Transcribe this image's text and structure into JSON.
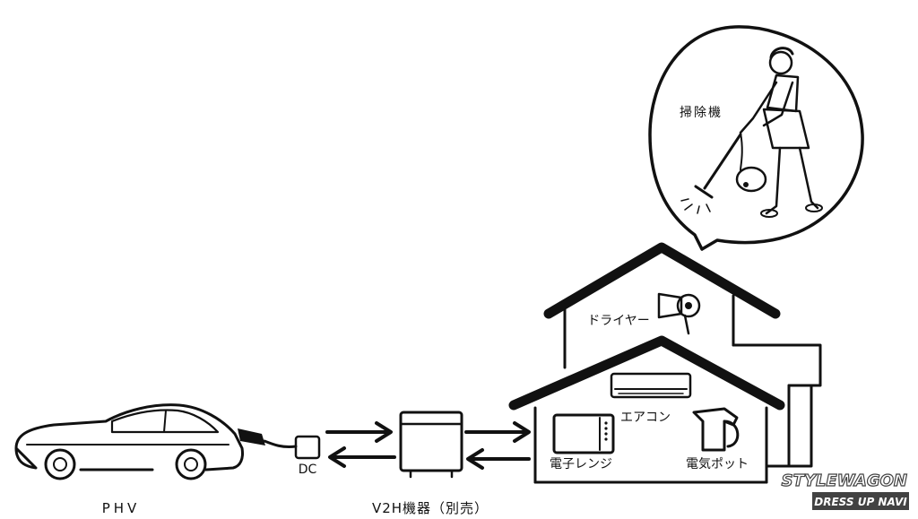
{
  "labels": {
    "car": "PHV",
    "dc": "DC",
    "v2h": "V2H機器（別売）",
    "vacuum": "掃除機",
    "dryer": "ドライヤー",
    "aircon": "エアコン",
    "microwave": "電子レンジ",
    "pot": "電気ポット"
  },
  "watermark": {
    "line1": "STYLEWAGON",
    "line2": "DRESS UP NAVI"
  },
  "colors": {
    "ink": "#111111",
    "background": "#ffffff",
    "watermark": "#222222"
  }
}
